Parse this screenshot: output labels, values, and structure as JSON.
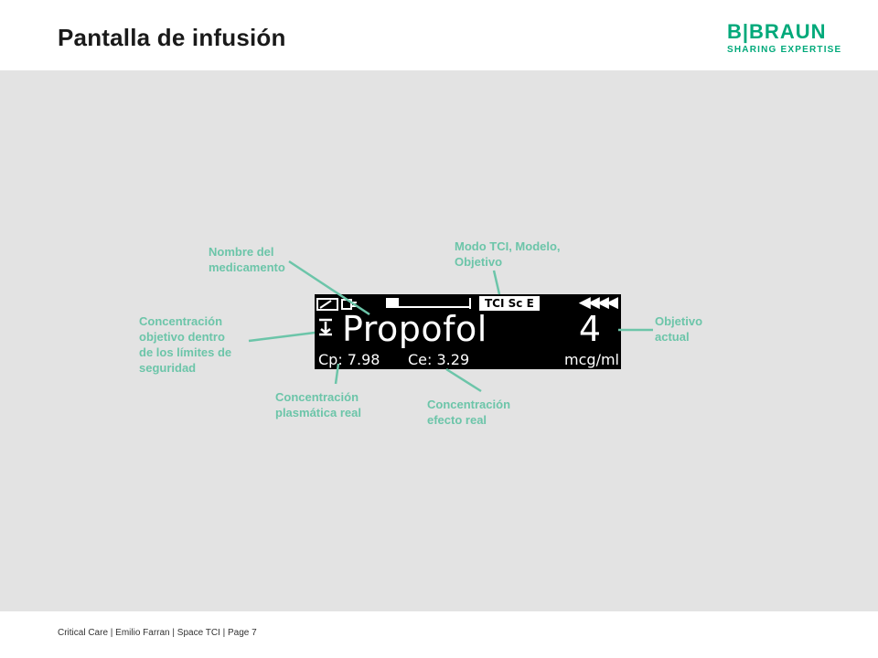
{
  "header": {
    "title": "Pantalla de infusión",
    "logo_brand": "B|BRAUN",
    "logo_tagline": "SHARING EXPERTISE"
  },
  "colors": {
    "accent": "#6cc5a9",
    "brand": "#00a97a",
    "panel": "#e3e3e3"
  },
  "screen": {
    "drug_name": "Propofol",
    "target_value": "4",
    "cp": "Cp: 7.98",
    "ce": "Ce: 3.29",
    "unit": "mcg/ml",
    "mode": "TCI Sc E",
    "arrows": "◀◀◀◀"
  },
  "labels": {
    "drug_name": "Nombre del\nmedicamento",
    "mode": "Modo TCI, Modelo,\nObjetivo",
    "target_in_limits": "Concentración\nobjetivo dentro\nde los límites de\nseguridad",
    "current_target": "Objetivo\nactual",
    "plasma": "Concentración\nplasmática real",
    "effect": "Concentración\nefecto real"
  },
  "footer": {
    "text": "Critical Care | Emilio Farran | Space TCI | Page 7"
  }
}
